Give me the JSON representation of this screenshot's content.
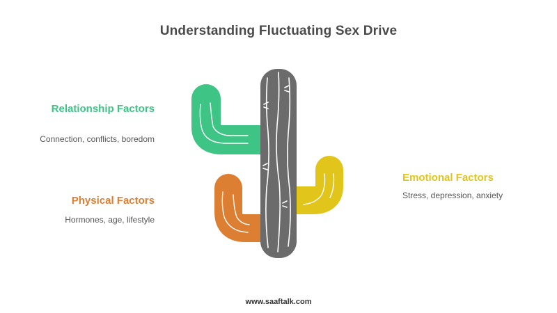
{
  "title": "Understanding Fluctuating Sex Drive",
  "factors": {
    "relationship": {
      "title": "Relationship Factors",
      "description": "Connection, conflicts, boredom",
      "color": "#3ec485"
    },
    "physical": {
      "title": "Physical Factors",
      "description": "Hormones, age, lifestyle",
      "color": "#dc7f32"
    },
    "emotional": {
      "title": "Emotional Factors",
      "description": "Stress, depression, anxiety",
      "color": "#e2c51a"
    }
  },
  "trunk_color": "#6b6b6b",
  "footer": "www.saaftalk.com"
}
